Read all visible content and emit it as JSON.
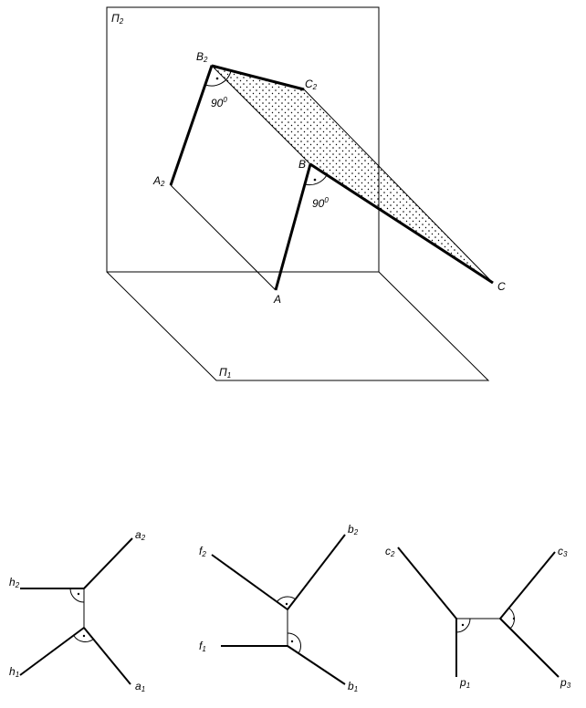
{
  "top": {
    "plane_v": {
      "main": "Π",
      "sub": "2"
    },
    "plane_h": {
      "main": "Π",
      "sub": "1"
    },
    "B2": {
      "main": "B",
      "sub": "2"
    },
    "C2": {
      "main": "C",
      "sub": "2"
    },
    "A2": {
      "main": "A",
      "sub": "2"
    },
    "B": {
      "main": "B",
      "sub": ""
    },
    "A": {
      "main": "A",
      "sub": ""
    },
    "C": {
      "main": "C",
      "sub": ""
    },
    "angle1": {
      "main": "90",
      "sup": "0"
    },
    "angle2": {
      "main": "90",
      "sup": "0"
    }
  },
  "bottom": {
    "d1": {
      "a2": {
        "main": "a",
        "sub": "2"
      },
      "h2": {
        "main": "h",
        "sub": "2"
      },
      "h1": {
        "main": "h",
        "sub": "1"
      },
      "a1": {
        "main": "a",
        "sub": "1"
      }
    },
    "d2": {
      "f2": {
        "main": "f",
        "sub": "2"
      },
      "b2": {
        "main": "b",
        "sub": "2"
      },
      "f1": {
        "main": "f",
        "sub": "1"
      },
      "b1": {
        "main": "b",
        "sub": "1"
      }
    },
    "d3": {
      "c2": {
        "main": "c",
        "sub": "2"
      },
      "c3": {
        "main": "c",
        "sub": "3"
      },
      "p1": {
        "main": "p",
        "sub": "1"
      },
      "p3": {
        "main": "p",
        "sub": "3"
      }
    }
  }
}
